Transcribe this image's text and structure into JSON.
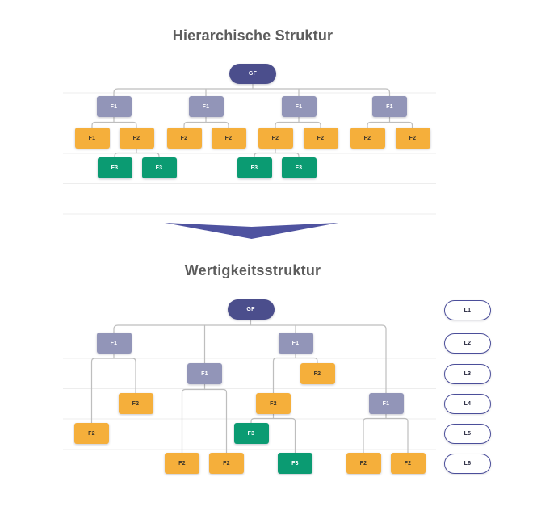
{
  "top_chart": {
    "title": "Hierarchische Struktur",
    "nodes": [
      {
        "label": "GF",
        "type": "root"
      },
      {
        "label": "F1",
        "type": "branch"
      },
      {
        "label": "F1",
        "type": "branch"
      },
      {
        "label": "F1",
        "type": "branch"
      },
      {
        "label": "F1",
        "type": "branch"
      },
      {
        "label": "F1",
        "type": "leaf-yellow"
      },
      {
        "label": "F2",
        "type": "leaf-yellow"
      },
      {
        "label": "F2",
        "type": "leaf-yellow"
      },
      {
        "label": "F2",
        "type": "leaf-yellow"
      },
      {
        "label": "F2",
        "type": "leaf-yellow"
      },
      {
        "label": "F2",
        "type": "leaf-yellow"
      },
      {
        "label": "F2",
        "type": "leaf-yellow"
      },
      {
        "label": "F2",
        "type": "leaf-yellow"
      },
      {
        "label": "F3",
        "type": "leaf-green"
      },
      {
        "label": "F3",
        "type": "leaf-green"
      },
      {
        "label": "F3",
        "type": "leaf-green"
      },
      {
        "label": "F3",
        "type": "leaf-green"
      }
    ]
  },
  "bottom_chart": {
    "title": "Wertigkeitsstruktur",
    "nodes": [
      {
        "label": "GF",
        "type": "root"
      },
      {
        "label": "F1",
        "type": "branch"
      },
      {
        "label": "F1",
        "type": "branch"
      },
      {
        "label": "F1",
        "type": "branch"
      },
      {
        "label": "F2",
        "type": "leaf-yellow"
      },
      {
        "label": "F2",
        "type": "leaf-yellow"
      },
      {
        "label": "F2",
        "type": "leaf-yellow"
      },
      {
        "label": "F1",
        "type": "branch"
      },
      {
        "label": "F2",
        "type": "leaf-yellow"
      },
      {
        "label": "F3",
        "type": "leaf-green"
      },
      {
        "label": "F2",
        "type": "leaf-yellow"
      },
      {
        "label": "F2",
        "type": "leaf-yellow"
      },
      {
        "label": "F3",
        "type": "leaf-green"
      },
      {
        "label": "F2",
        "type": "leaf-yellow"
      },
      {
        "label": "F2",
        "type": "leaf-yellow"
      }
    ],
    "levels": [
      {
        "label": "L1"
      },
      {
        "label": "L2"
      },
      {
        "label": "L3"
      },
      {
        "label": "L4"
      },
      {
        "label": "L5"
      },
      {
        "label": "L6"
      }
    ]
  },
  "colors": {
    "root_node": "#4B4E8C",
    "branch_node": "#9295B8",
    "yellow_node": "#F5AF3B",
    "green_node": "#0B9B72",
    "level_pill_border": "#4B4E9A",
    "arrow": "#4F53A0",
    "connector": "#BEBEBE",
    "gridline": "#EDEDED",
    "title_text": "#5C5C5C"
  }
}
